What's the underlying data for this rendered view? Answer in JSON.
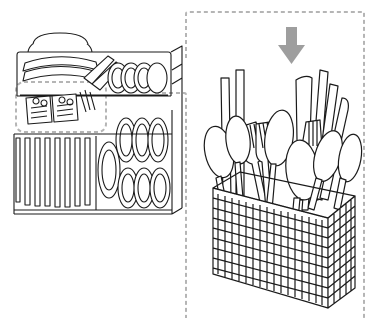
{
  "figure": {
    "left_panel": "dishwasher-rack-overview",
    "right_panel": "cutlery-basket-detail",
    "callout_style": "dashed",
    "arrow_direction": "down"
  },
  "colors": {
    "line": "#1a1a1a",
    "callout": "#b5b5b5",
    "arrow": "#9e9e9e",
    "background": "#ffffff"
  }
}
